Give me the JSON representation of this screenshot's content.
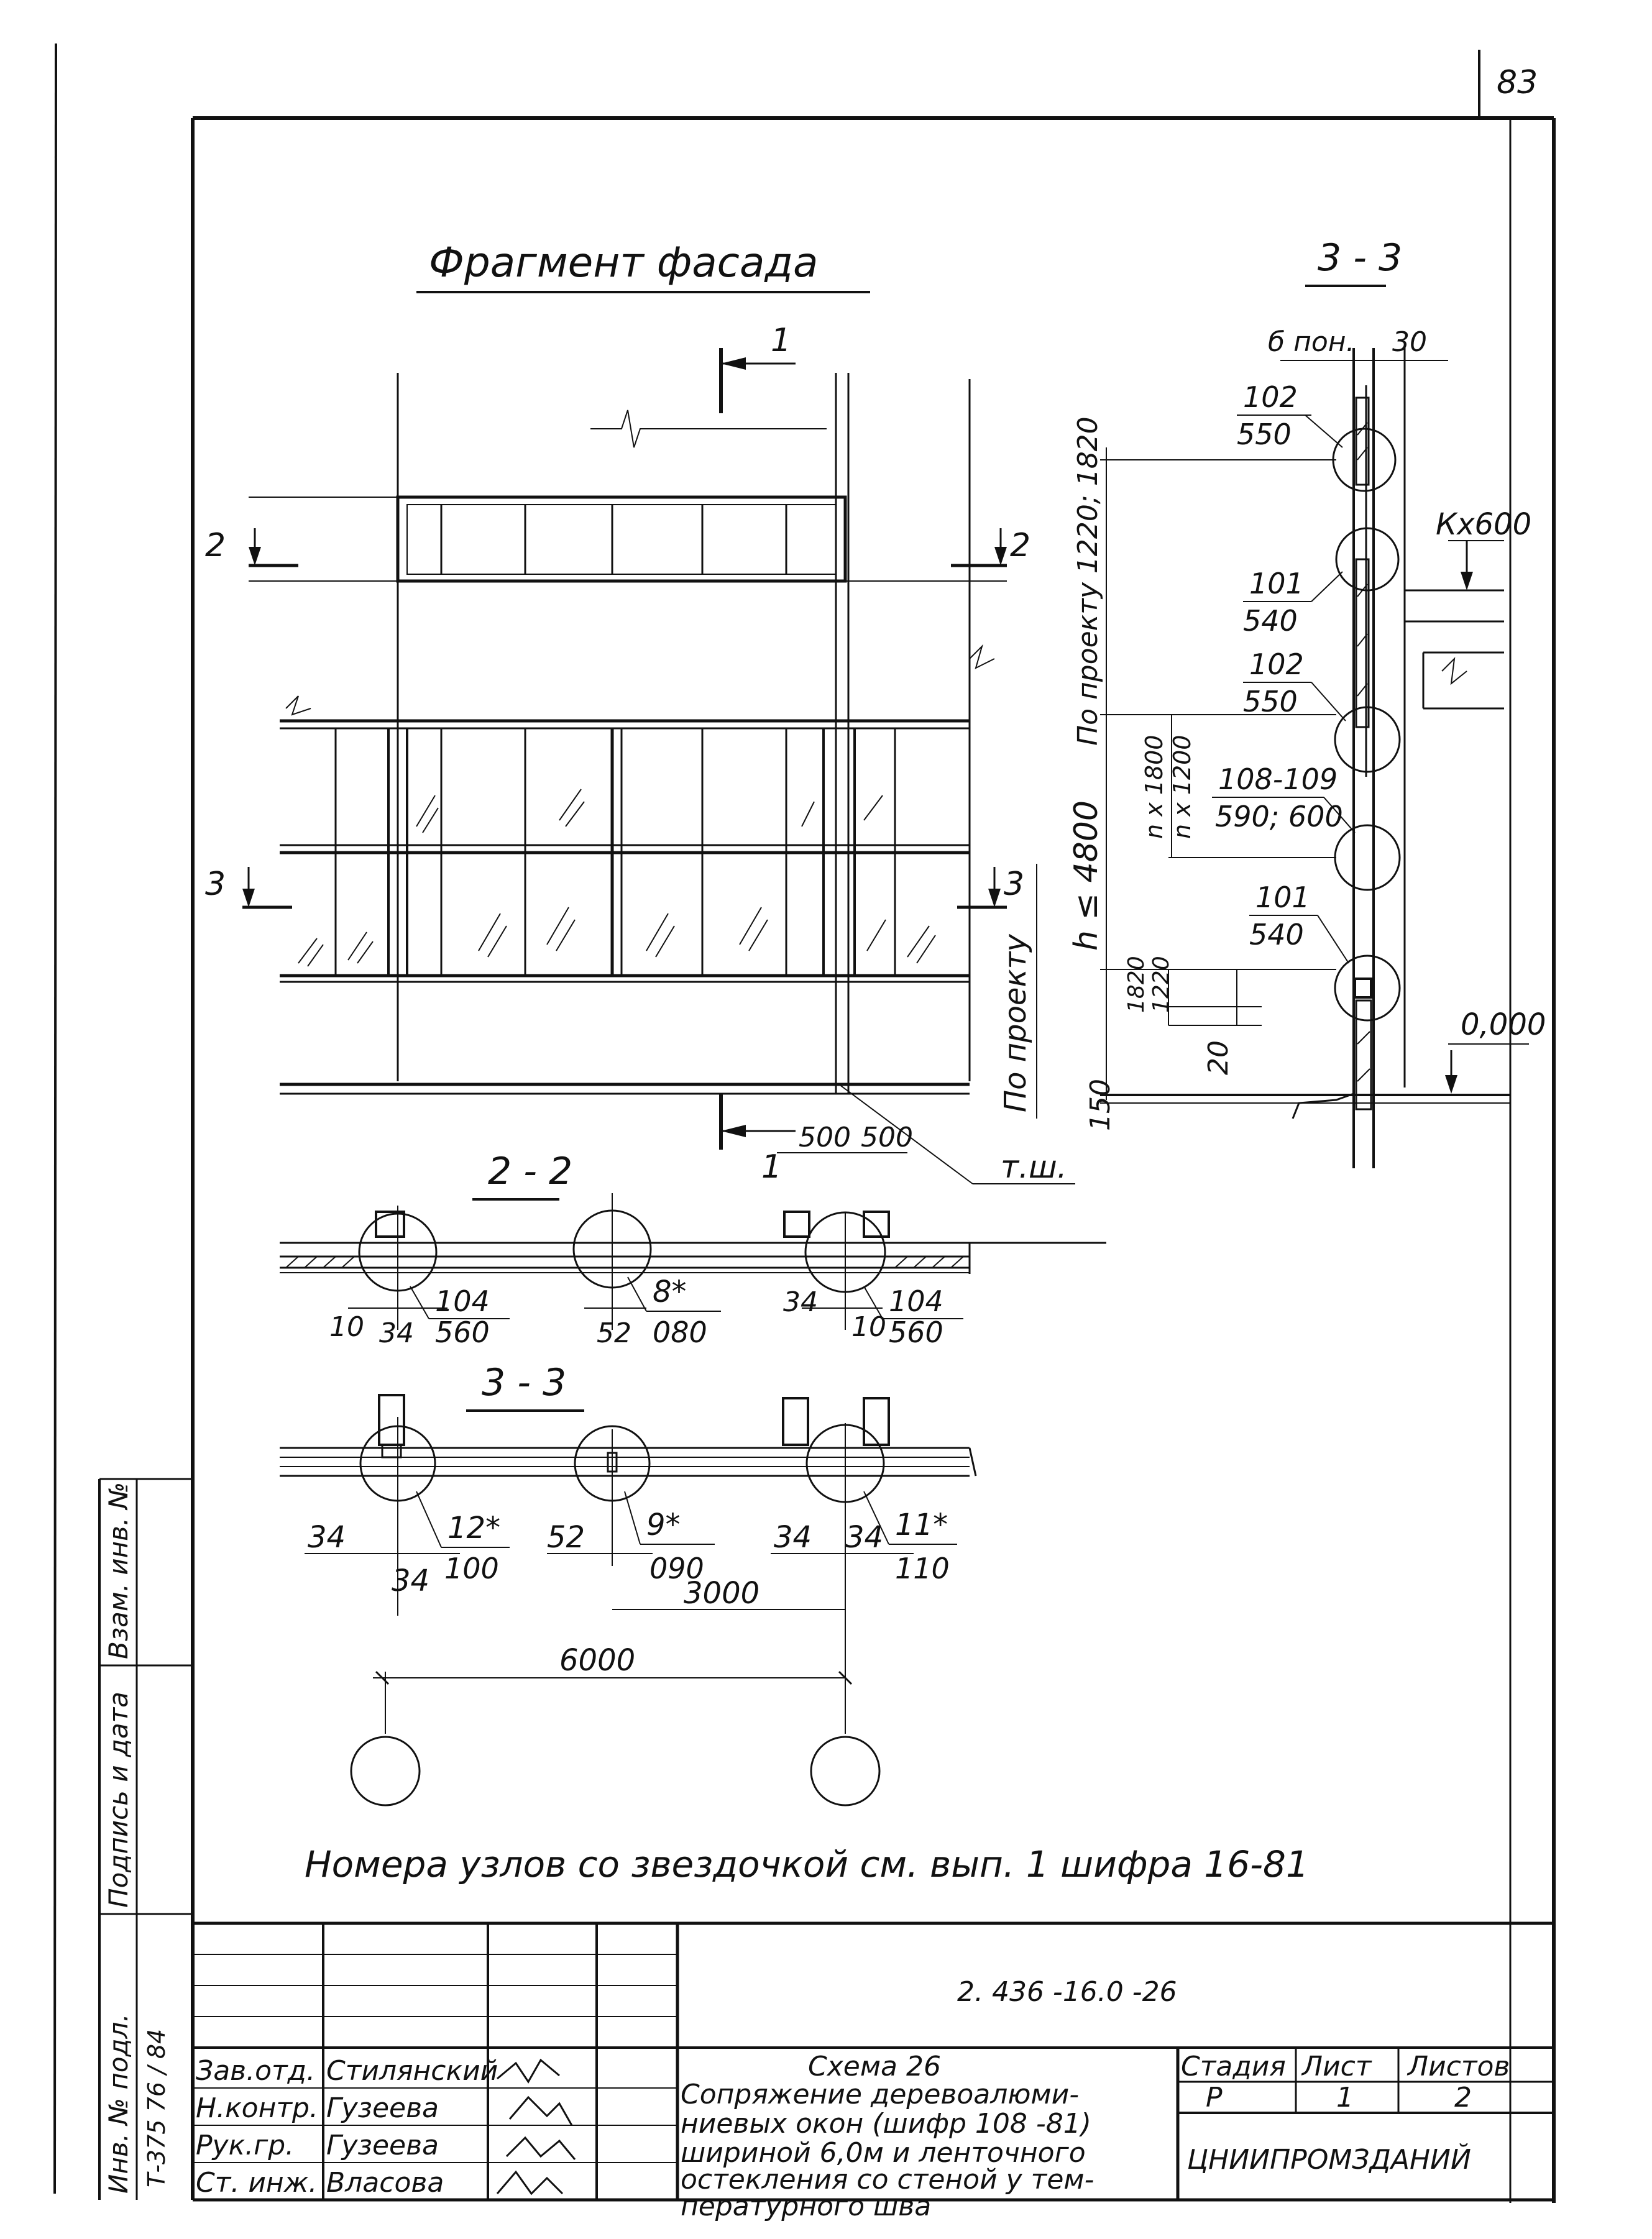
{
  "sheet": {
    "page_number": "83",
    "note": "Номера узлов со звездочкой см. вып. 1 шифра 16-81"
  },
  "facade": {
    "title": "Фрагмент фасада",
    "section_marks": [
      "1",
      "1",
      "2",
      "2",
      "3",
      "3"
    ],
    "joint_label": "т.ш.",
    "by_project_label": "По проекту"
  },
  "section_3_3_vertical": {
    "title": "3 - 3",
    "dims": {
      "b_label": "б пон.",
      "b_dim": "30",
      "kx600": "Кх600",
      "by_project_1220_1820": "По проекту 1220; 1820",
      "h_le_4800": "h ≤ 4800",
      "nx1800": "n x 1800",
      "nx1200": "n x 1200",
      "d1820": "1820",
      "d1220": "1220",
      "d20": "20",
      "d150": "150",
      "level": "0,000"
    },
    "nodes": [
      {
        "num": "102",
        "sheet": "550"
      },
      {
        "num": "101",
        "sheet": "540"
      },
      {
        "num": "102",
        "sheet": "550"
      },
      {
        "num": "108-109",
        "sheet": "590; 600"
      },
      {
        "num": "101",
        "sheet": "540"
      }
    ]
  },
  "section_2_2": {
    "title": "2 - 2",
    "dims_top": [
      "500",
      "500"
    ],
    "nodes": [
      {
        "num": "104",
        "sheet": "560"
      },
      {
        "num": "8*",
        "sheet": "080"
      },
      {
        "num": "104",
        "sheet": "560"
      }
    ],
    "dims": {
      "d10a": "10",
      "d34a": "34",
      "d52": "52",
      "d34b": "34",
      "d10b": "10"
    }
  },
  "section_3_3_plan": {
    "title": "3 - 3",
    "nodes": [
      {
        "num": "12*",
        "sheet": "100"
      },
      {
        "num": "9*",
        "sheet": "090"
      },
      {
        "num": "11*",
        "sheet": "110"
      }
    ],
    "dims": {
      "d34a": "34",
      "d34b": "34",
      "d52": "52",
      "d34c": "34",
      "d34d": "34",
      "d3000": "3000",
      "d6000": "6000"
    }
  },
  "side_stamp": {
    "cols": [
      "Инв. № подл.",
      "Подпись и дата",
      "Взам. инв. №"
    ],
    "inv_value": "Т-375 76 / 84"
  },
  "title_block": {
    "doc_code": "2. 436 -16.0 -26",
    "roles": [
      "Зав.отд.",
      "Н.контр.",
      "Рук.гр.",
      "Ст. инж."
    ],
    "names": [
      "Стилянский",
      "Гузеева",
      "Гузеева",
      "Власова"
    ],
    "desc_title": "Схема 26",
    "desc_lines": [
      "Сопряжение деревоалюми-",
      "ниевых окон (шифр 108 -81)",
      "шириной 6,0м и ленточного",
      "остекления со стеной у тем-",
      "пературного шва"
    ],
    "stage_header": "Стадия",
    "sheet_header": "Лист",
    "sheets_header": "Листов",
    "stage": "Р",
    "sheet": "1",
    "sheets": "2",
    "org": "ЦНИИПРОМЗДАНИЙ"
  }
}
